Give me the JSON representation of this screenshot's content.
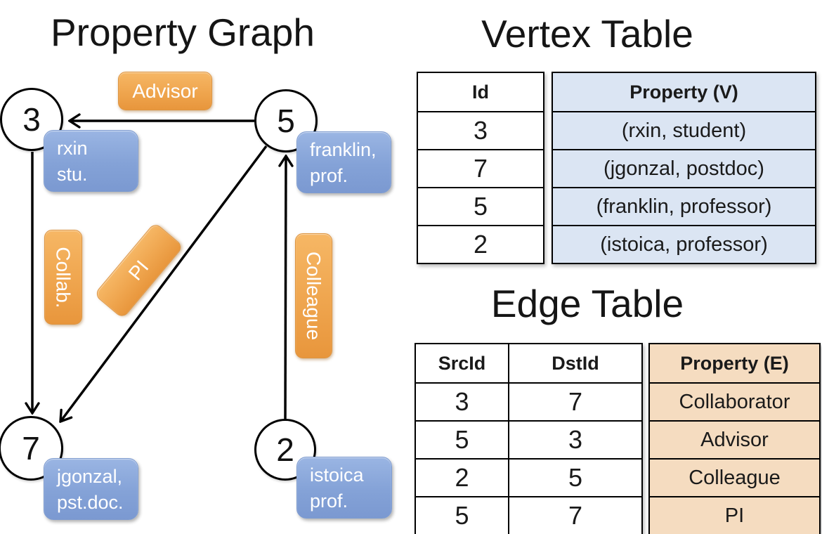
{
  "graph": {
    "title": "Property Graph",
    "nodes": [
      {
        "id": "3"
      },
      {
        "id": "5"
      },
      {
        "id": "7"
      },
      {
        "id": "2"
      }
    ],
    "vertex_boxes": [
      {
        "line1": "rxin",
        "line2": "stu."
      },
      {
        "line1": "franklin,",
        "line2": "prof."
      },
      {
        "line1": "jgonzal,",
        "line2": "pst.doc."
      },
      {
        "line1": "istoica",
        "line2": "prof."
      }
    ],
    "edge_labels": {
      "advisor": "Advisor",
      "collab": "Collab.",
      "pi": "PI",
      "colleague": "Colleague"
    }
  },
  "vertex_table": {
    "title": "Vertex Table",
    "headers": {
      "id": "Id",
      "property": "Property (V)"
    },
    "rows": [
      {
        "id": "3",
        "property": "(rxin, student)"
      },
      {
        "id": "7",
        "property": "(jgonzal, postdoc)"
      },
      {
        "id": "5",
        "property": "(franklin, professor)"
      },
      {
        "id": "2",
        "property": "(istoica, professor)"
      }
    ]
  },
  "edge_table": {
    "title": "Edge Table",
    "headers": {
      "src": "SrcId",
      "dst": "DstId",
      "property": "Property (E)"
    },
    "rows": [
      {
        "src": "3",
        "dst": "7",
        "property": "Collaborator"
      },
      {
        "src": "5",
        "dst": "3",
        "property": "Advisor"
      },
      {
        "src": "2",
        "dst": "5",
        "property": "Colleague"
      },
      {
        "src": "5",
        "dst": "7",
        "property": "PI"
      }
    ]
  },
  "colors": {
    "edge_label_orange": "#efa54e",
    "vertex_box_blue": "#84a2d7",
    "vertex_table_fill": "#dbe5f3",
    "edge_table_fill": "#f5dcc0",
    "line_black": "#000000"
  }
}
